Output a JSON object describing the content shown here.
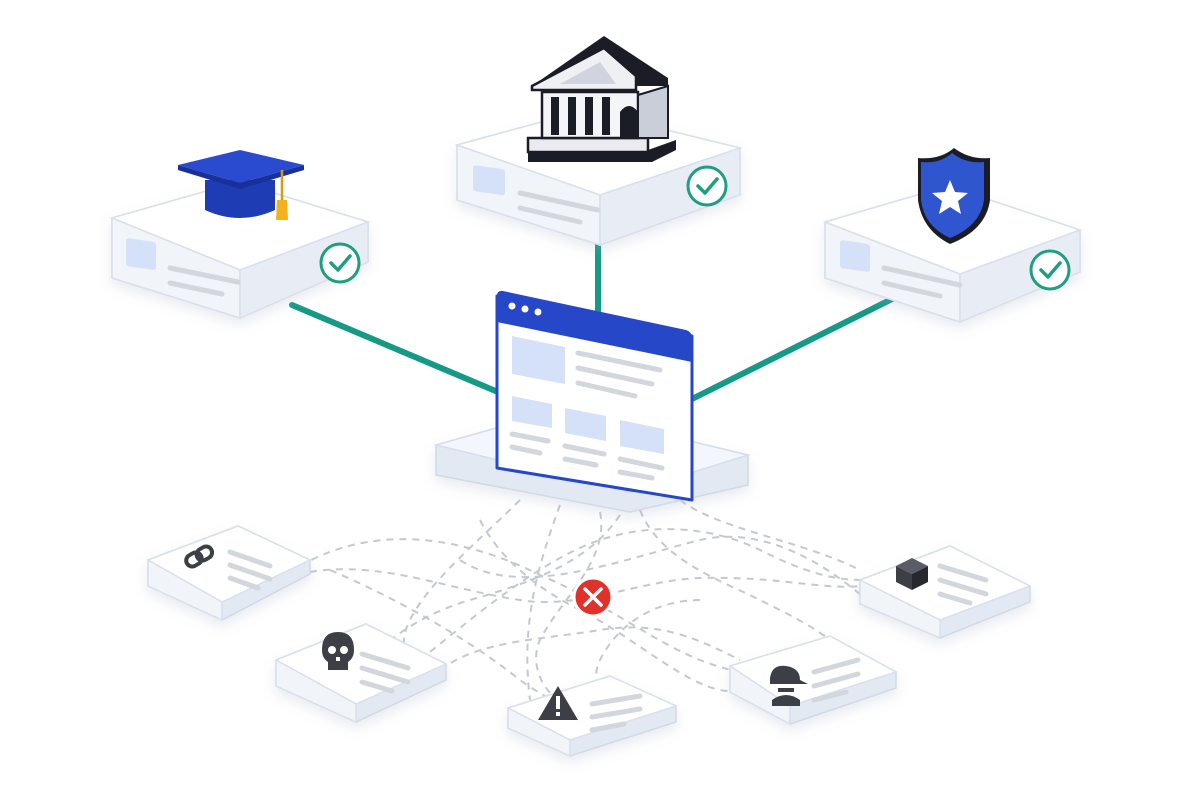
{
  "colors": {
    "background": "#ffffff",
    "trusted_link": "#159a86",
    "untrusted_link": "#c4c8d0",
    "verified_check": "#1f9e80",
    "rejected_x": "#e0312b",
    "brand_blue": "#2747c9",
    "tile_top": "#ffffff",
    "tile_side": "#dfe5ef",
    "placeholder_block": "#d4e1f8",
    "placeholder_line": "#d2d6dd",
    "icon_dark": "#3d3f46"
  },
  "trusted_sources": [
    {
      "id": "university",
      "icon": "graduation-cap-icon",
      "status": "verified"
    },
    {
      "id": "government",
      "icon": "government-building-icon",
      "status": "verified"
    },
    {
      "id": "security",
      "icon": "shield-star-icon",
      "status": "verified"
    }
  ],
  "central_page": {
    "icon": "browser-window-icon"
  },
  "untrusted_sources": [
    {
      "id": "link",
      "icon": "broken-link-icon"
    },
    {
      "id": "malware",
      "icon": "skull-icon"
    },
    {
      "id": "warning",
      "icon": "warning-triangle-icon"
    },
    {
      "id": "anonymous",
      "icon": "spy-icon"
    },
    {
      "id": "package",
      "icon": "package-box-icon"
    }
  ],
  "rejection": {
    "icon": "close-x-icon",
    "status": "rejected"
  }
}
